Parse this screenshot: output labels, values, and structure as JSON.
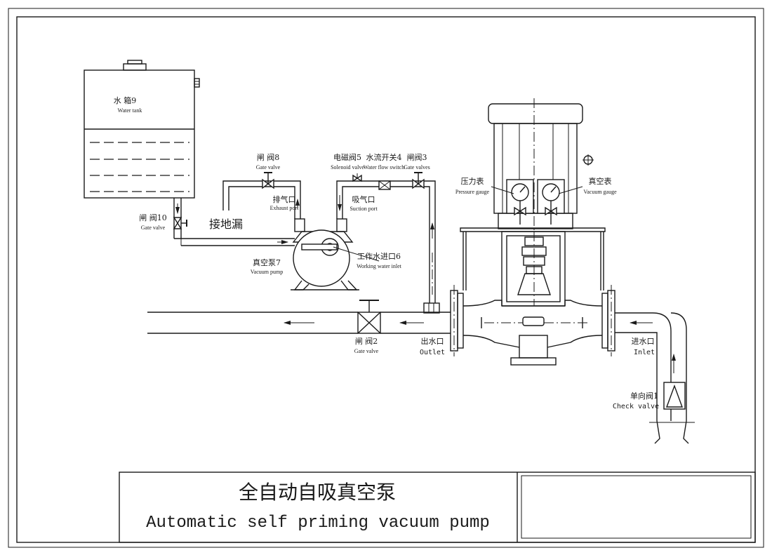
{
  "title_block": {
    "title_cn": "全自动自吸真空泵",
    "title_en": "Automatic self priming vacuum pump"
  },
  "labels": {
    "water_tank_cn": "水  箱9",
    "water_tank_en": "Water tank",
    "gate_valve_10_cn": "闸  阀10",
    "gate_valve_10_en": "Gate valve",
    "ground_drain_cn": "接地漏",
    "gate_valve_8_cn": "闸  阀8",
    "gate_valve_8_en": "Gate valve",
    "exhaust_port_cn": "排气口",
    "exhaust_port_en": "Exhaust port",
    "solenoid_valve_cn": "电磁阀5",
    "solenoid_valve_en": "Solenoid valve",
    "water_flow_switch_cn": "水流开关4",
    "water_flow_switch_en": "Water flow switch",
    "gate_valve_3_cn": "闸阀3",
    "gate_valve_3_en": "Gate valves",
    "suction_port_cn": "吸气口",
    "suction_port_en": "Suction port",
    "vacuum_pump_cn": "真空泵7",
    "vacuum_pump_en": "Vacuum pump",
    "working_water_inlet_cn": "工作水进口6",
    "working_water_inlet_en": "Working water inlet",
    "pressure_gauge_cn": "压力表",
    "pressure_gauge_en": "Pressure gauge",
    "vacuum_gauge_cn": "真空表",
    "vacuum_gauge_en": "Vacuum gauge",
    "gate_valve_2_cn": "闸  阀2",
    "gate_valve_2_en": "Gate valve",
    "outlet_cn": "出水口",
    "outlet_en": "Outlet",
    "inlet_cn": "进水口",
    "inlet_en": "Inlet",
    "check_valve_cn": "单向阀1",
    "check_valve_en": "Check valve"
  }
}
